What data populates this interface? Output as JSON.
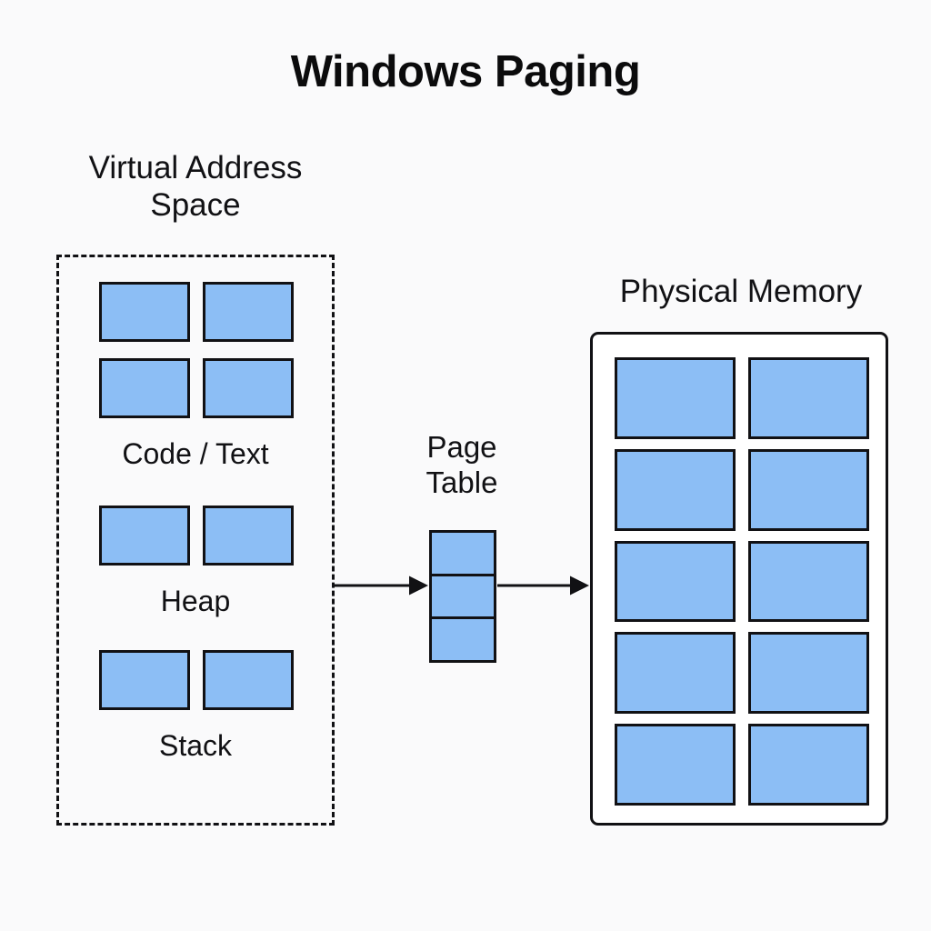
{
  "title": "Windows Paging",
  "background_color": "#fafafb",
  "accent_color": "#8cbef5",
  "stroke_color": "#111114",
  "virtual_address_space": {
    "label": "Virtual Address\nSpace",
    "border_style": "dashed",
    "sections": [
      {
        "label": "Code / Text",
        "page_count": 4,
        "columns": 2,
        "rows": 2
      },
      {
        "label": "Heap",
        "page_count": 2,
        "columns": 2,
        "rows": 1
      },
      {
        "label": "Stack",
        "page_count": 2,
        "columns": 2,
        "rows": 1
      }
    ]
  },
  "page_table": {
    "label": "Page\nTable",
    "entry_count": 3
  },
  "physical_memory": {
    "label": "Physical Memory",
    "border_style": "solid",
    "rows": 5,
    "columns": 2,
    "frame_count": 10
  },
  "arrows": [
    {
      "name": "vas-to-page-table",
      "from": "Virtual Address Space",
      "to": "Page Table"
    },
    {
      "name": "page-table-to-physical-memory",
      "from": "Page Table",
      "to": "Physical Memory"
    }
  ]
}
